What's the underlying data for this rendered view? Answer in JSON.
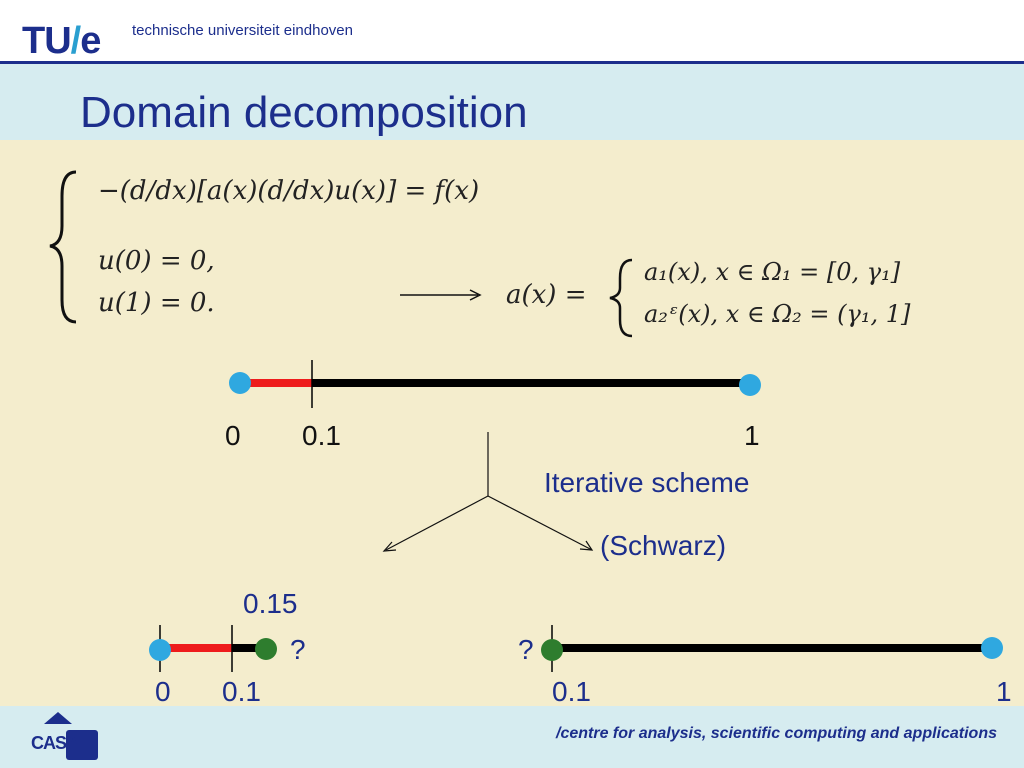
{
  "header": {
    "logo_text_tu": "TU",
    "logo_text_slash": "/",
    "logo_text_e": "e",
    "tagline": "technische universiteit eindhoven"
  },
  "slide": {
    "title": "Domain decomposition"
  },
  "equations": {
    "ode": "−(d/dx)[a(x)(d/dx)u(x)]   =   f(x)",
    "bc0": "u(0) = 0,",
    "bc1": "u(1) = 0.",
    "coef_lhs": "a(x) =",
    "coef_case1": "a₁(x),  x ∈ Ω₁ = [0,  γ₁]",
    "coef_case2": "a₂ᵋ(x),  x ∈ Ω₂ = (γ₁,  1]"
  },
  "top_line": {
    "label_0": "0",
    "label_01": "0.1",
    "label_1": "1"
  },
  "scheme": {
    "label_1": "Iterative scheme",
    "label_2": "(Schwarz)"
  },
  "bottom_left": {
    "label_015": "0.15",
    "label_q": "?",
    "label_0": "0",
    "label_01": "0.1"
  },
  "bottom_right": {
    "label_q": "?",
    "label_01": "0.1",
    "label_1": "1"
  },
  "footer": {
    "logo_text": "CASA",
    "text": "/centre for analysis, scientific computing and applications"
  },
  "colors": {
    "brand_blue": "#1c2e8c",
    "node_blue": "#2fa8e0",
    "node_green": "#2e7d2e",
    "segment_red": "#ee1c1c",
    "line_black": "#000000"
  }
}
